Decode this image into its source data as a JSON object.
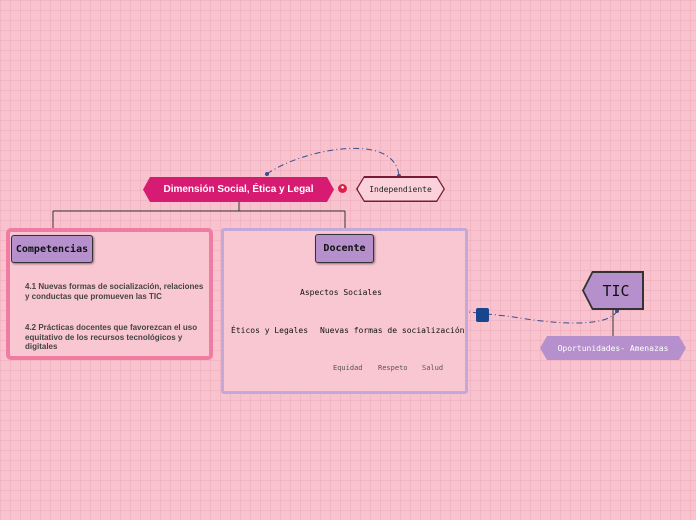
{
  "main_topic": {
    "label": "Dimensión Social, Ética y Legal"
  },
  "independent_node": {
    "label": "Independiente"
  },
  "competencias": {
    "label": "Competencias",
    "items": [
      "4.1 Nuevas formas de socialización, relaciones y conductas que promueven las TIC",
      "4.2 Prácticas docentes que favorezcan el uso equitativo de los recursos tecnológicos y digitales"
    ]
  },
  "docente": {
    "label": "Docente",
    "aspectos": "Aspectos Sociales",
    "eticos": "Éticos y Legales",
    "nuevas_formas": "Nuevas formas de socialización",
    "children": [
      "Equidad",
      "Respeto",
      "Salud"
    ]
  },
  "tic_node": {
    "label": "TIC"
  },
  "oportunidades": {
    "label": "Oportunidades- Amenazas"
  },
  "colors": {
    "background": "#f8c3cf",
    "main_topic": "#d81b72",
    "purple_node": "#b590cc",
    "competencias_border": "#f07ca4",
    "docente_border": "#c3a9d9",
    "relation_line": "#3a4f8c"
  },
  "icons": [
    "link-icon",
    "relation-connector-square"
  ]
}
